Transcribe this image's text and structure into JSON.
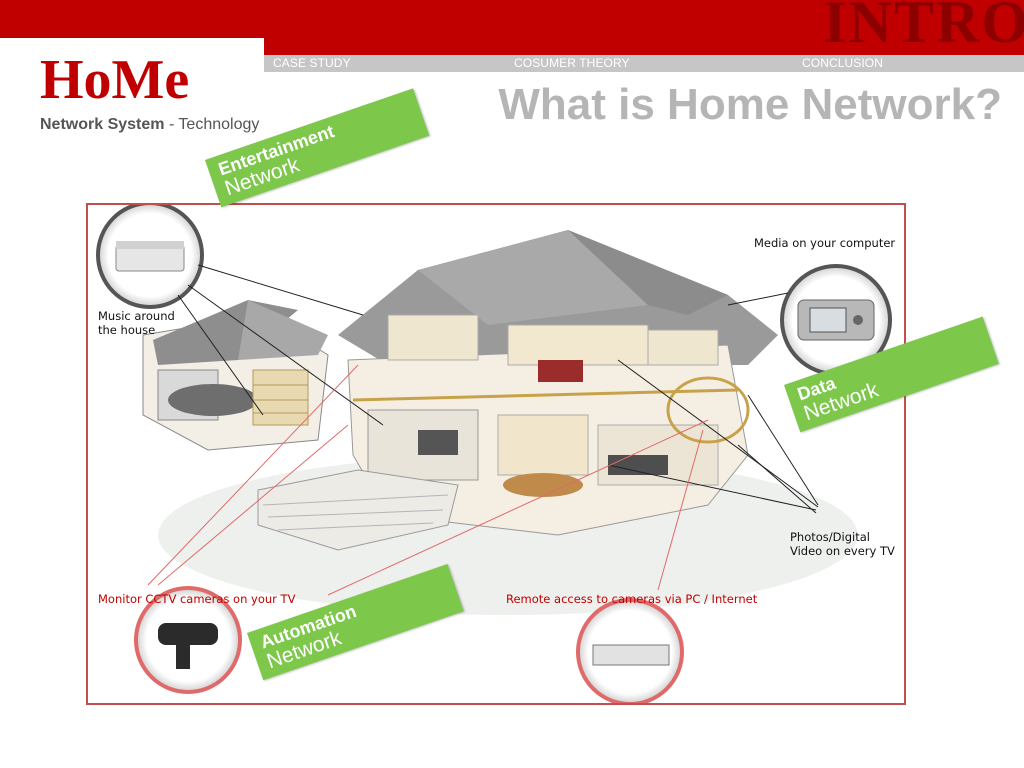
{
  "header": {
    "section_tag": "INTRO",
    "nav": [
      "CASE STUDY",
      "COSUMER THEORY",
      "CONCLUSION"
    ]
  },
  "brand": {
    "logo": "HoMe",
    "subtitle_strong": "Network System",
    "subtitle_rest": " - Technology"
  },
  "slide": {
    "title": "What is Home Network?"
  },
  "figure": {
    "callouts": {
      "music": [
        "Music around",
        "the house"
      ],
      "media": "Media on your computer",
      "photos": [
        "Photos/Digital",
        "Video on every TV"
      ],
      "cctv": "Monitor CCTV cameras on your TV",
      "remote": "Remote access to cameras via PC / Internet"
    }
  },
  "tags": {
    "entertainment": {
      "l1": "Entertainment",
      "l2": "Network"
    },
    "data": {
      "l1": "Data",
      "l2": "Network"
    },
    "automation": {
      "l1": "Automation",
      "l2": "Network"
    }
  },
  "colors": {
    "accent_red": "#c00000",
    "tag_green": "#7dc84b",
    "title_gray": "#b5b5b5"
  }
}
